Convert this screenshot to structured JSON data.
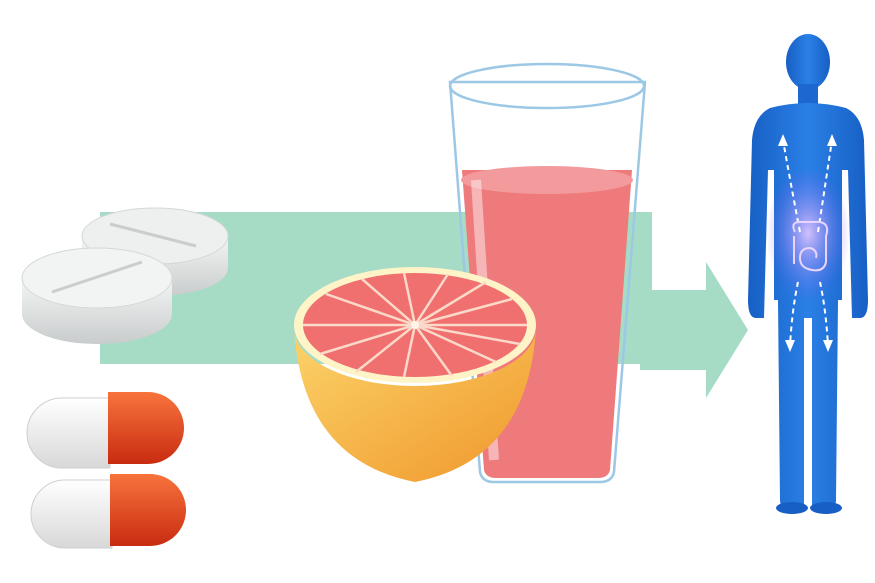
{
  "scene": {
    "elements": [
      {
        "id": "tablets",
        "icon": "tablet-pills-icon",
        "count": 2
      },
      {
        "id": "capsules",
        "icon": "capsule-icon",
        "count": 2
      },
      {
        "id": "grapefruit",
        "icon": "grapefruit-half-icon"
      },
      {
        "id": "juice",
        "icon": "juice-glass-icon"
      },
      {
        "id": "arrow",
        "icon": "arrow-right-icon"
      },
      {
        "id": "body",
        "icon": "human-body-icon"
      },
      {
        "id": "intestine",
        "icon": "intestine-icon"
      }
    ]
  },
  "colors": {
    "arrow": "#a6dcc6",
    "tablet": "#eceeee",
    "capsule_red": "#e8401f",
    "capsule_white": "#f4f4f4",
    "grapefruit_flesh": "#f07070",
    "grapefruit_peel": "#f6b040",
    "juice": "#ee7a7c",
    "glass_outline": "#9cc8e6",
    "body": "#1f6fd6",
    "body_glow": "#d9b8f4"
  }
}
